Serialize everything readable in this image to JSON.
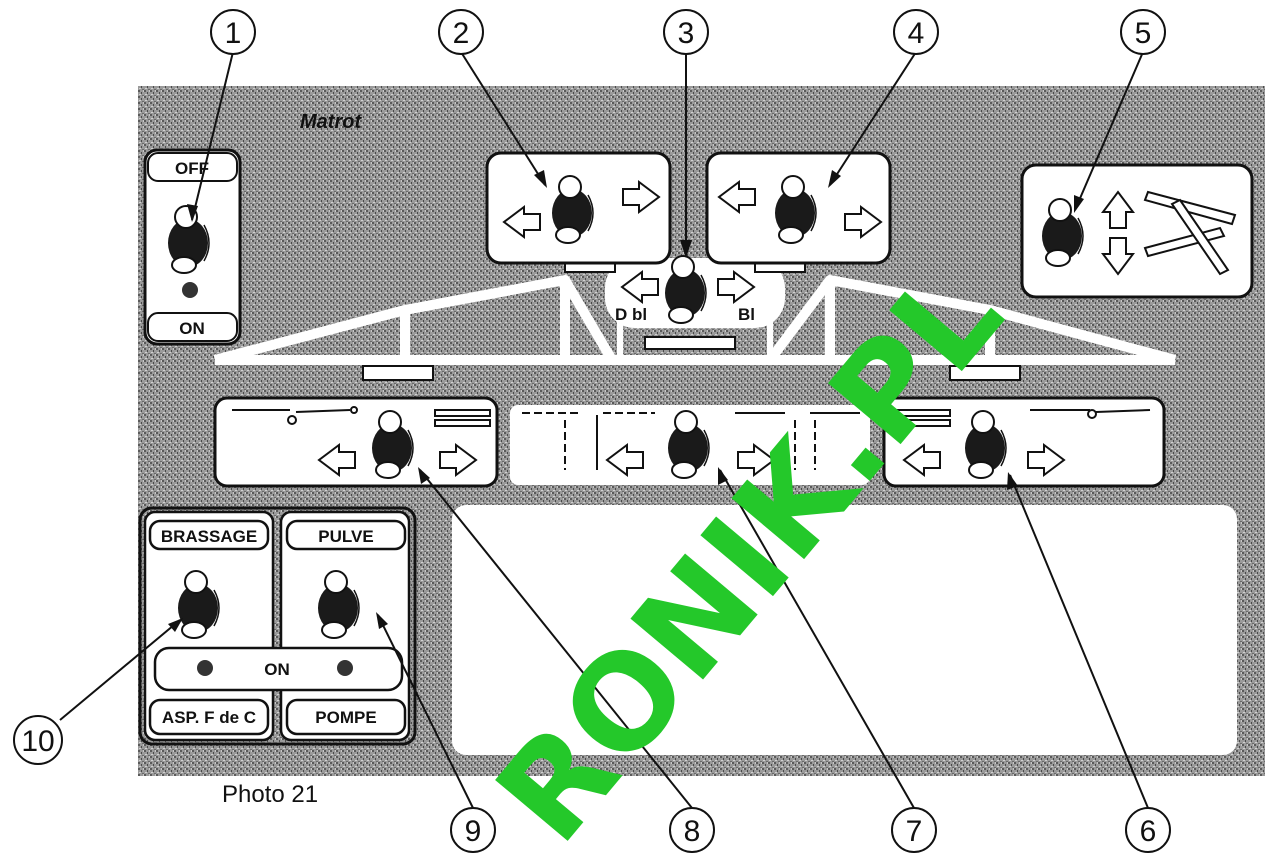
{
  "caption": "Photo 21",
  "brand": "Matrot",
  "watermark": "RONIK.PL",
  "callouts": [
    "1",
    "2",
    "3",
    "4",
    "5",
    "6",
    "7",
    "8",
    "9",
    "10"
  ],
  "panel_labels": {
    "off": "OFF",
    "on_left": "ON",
    "dbl": "D bl",
    "bl": "Bl",
    "brassage": "BRASSAGE",
    "pulve": "PULVE",
    "on_center": "ON",
    "asp": "ASP. F de C",
    "pompe": "POMPE"
  },
  "colors": {
    "panel_bg": "#8a8a8a",
    "frame_line": "#ffffff",
    "ink": "#111111",
    "watermark": "#24c82a"
  }
}
